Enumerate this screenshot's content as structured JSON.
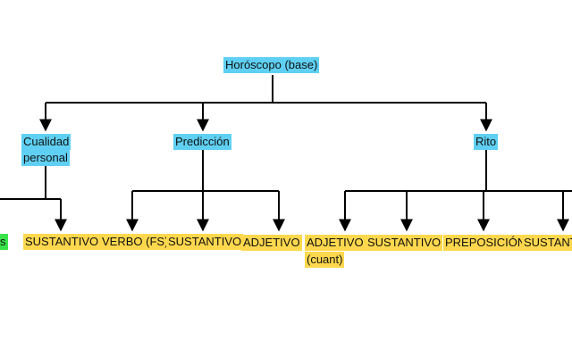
{
  "colors": {
    "base_box": "#5fd0f3",
    "category_box": "#ffd84d",
    "partial_box": "#39e34a",
    "line": "#000000"
  },
  "root": {
    "label": "Horóscopo (base)"
  },
  "branches": [
    {
      "label_line1": "Cualidad",
      "label_line2": "personal",
      "children": [
        "s",
        "SUSTANTIVO"
      ]
    },
    {
      "label": "Predicción",
      "children": [
        "VERBO (FS)",
        "SUSTANTIVO",
        "ADJETIVO"
      ]
    },
    {
      "label": "Rito",
      "children": [
        "ADJETIVO",
        "SUSTANTIVO",
        "PREPOSICIÓN",
        "SUSTANT"
      ],
      "child_note": "(cuant)"
    }
  ]
}
